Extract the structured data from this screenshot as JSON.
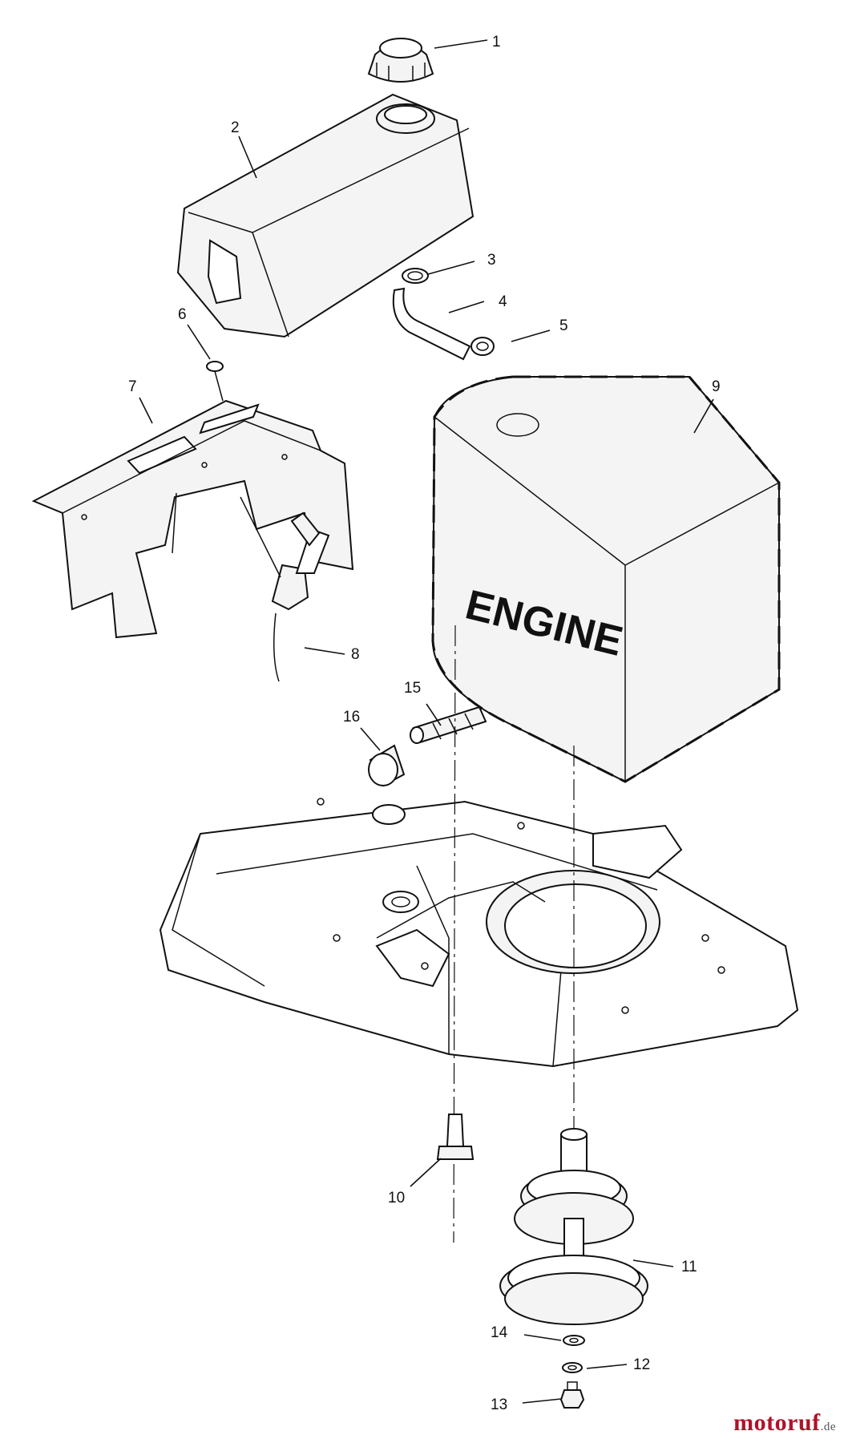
{
  "diagram": {
    "engine_label": "ENGINE",
    "callouts": [
      {
        "id": "1",
        "part": "fuel-cap"
      },
      {
        "id": "2",
        "part": "fuel-tank"
      },
      {
        "id": "3",
        "part": "hose-clamp-upper"
      },
      {
        "id": "4",
        "part": "fuel-line"
      },
      {
        "id": "5",
        "part": "hose-clamp-lower"
      },
      {
        "id": "6",
        "part": "screw"
      },
      {
        "id": "7",
        "part": "tank-support-bracket"
      },
      {
        "id": "8",
        "part": "throttle-control"
      },
      {
        "id": "9",
        "part": "engine"
      },
      {
        "id": "10",
        "part": "engine-mount-bolt"
      },
      {
        "id": "11",
        "part": "engine-pulley"
      },
      {
        "id": "12",
        "part": "lock-washer"
      },
      {
        "id": "13",
        "part": "pulley-bolt"
      },
      {
        "id": "14",
        "part": "flat-washer"
      },
      {
        "id": "15",
        "part": "spring-pin"
      },
      {
        "id": "16",
        "part": "bushing"
      }
    ]
  },
  "watermark": {
    "text": "motoruf",
    "suffix": ".de",
    "color": "#b0122a"
  }
}
